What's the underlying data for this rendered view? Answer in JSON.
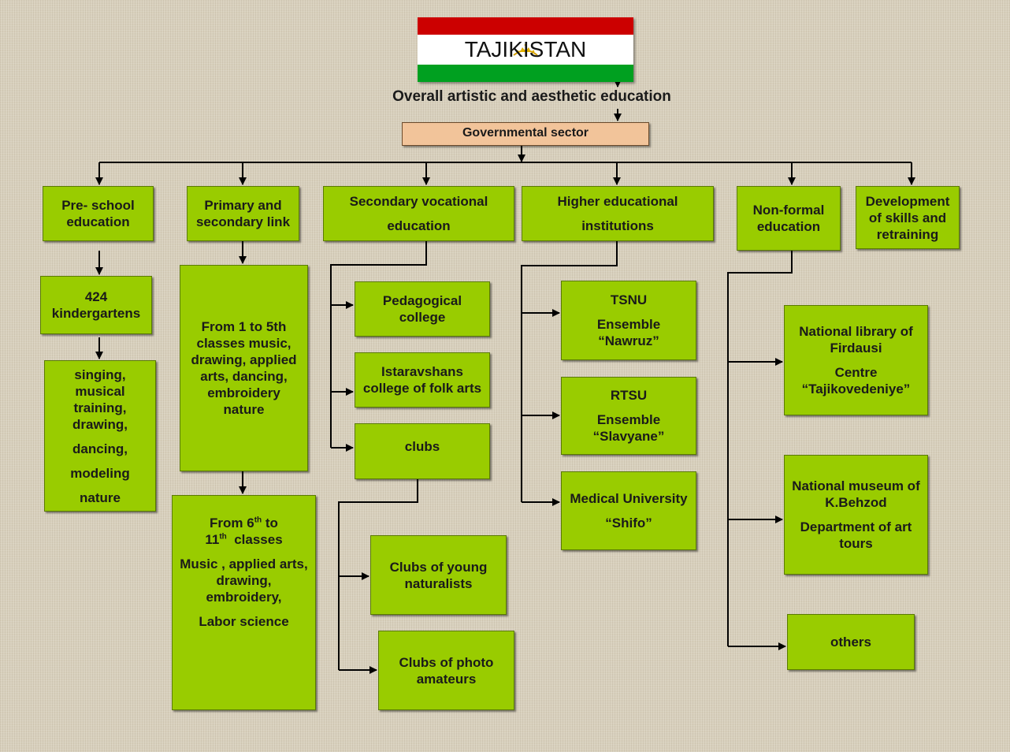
{
  "flag": {
    "title": "TAJIKISTAN"
  },
  "heading": "Overall artistic and  aesthetic education",
  "governmental_sector": "Governmental sector",
  "categories": {
    "preschool": "Pre- school education",
    "primary": "Primary  and secondary link",
    "secondary_vocational": {
      "line1": "Secondary vocational",
      "line2": "education"
    },
    "higher": {
      "line1": "Higher educational",
      "line2": "institutions"
    },
    "nonformal": "Non-formal education",
    "development": "Development of skills and retraining"
  },
  "preschool_branch": {
    "kindergartens": "424 kindergartens",
    "activities": [
      "singing,",
      "musical",
      "training,",
      "drawing,",
      "dancing,",
      "modeling",
      "nature"
    ]
  },
  "primary_branch": {
    "classes_1_5": "From 1 to 5th classes music, drawing, applied arts, dancing, embroidery nature",
    "classes_6_11": {
      "from": "From 6",
      "from_sup": "th",
      "to": " to",
      "eleven": "11",
      "eleven_sup": "th",
      "classes": "  classes",
      "subjects": "Music , applied arts, drawing, embroidery,",
      "labor": "Labor science"
    }
  },
  "secondary_branch": {
    "pedagogical": "Pedagogical college",
    "istaravshan": "Istaravshans college of folk arts",
    "clubs": "clubs",
    "young_naturalists": "Clubs of young naturalists",
    "photo_amateurs": "Clubs of photo amateurs"
  },
  "higher_branch": {
    "tsnu": {
      "name": "TSNU",
      "ensemble": "Ensemble “Nawruz”"
    },
    "rtsu": {
      "name": "RTSU",
      "ensemble": "Ensemble “Slavyane”"
    },
    "medical": {
      "name": "Medical University",
      "ensemble": "“Shifo”"
    }
  },
  "nonformal_branch": {
    "library": {
      "name": "National library of Firdausi",
      "centre": "Centre “Tajikovedeniye”"
    },
    "museum": {
      "name": "National museum of K.Behzod",
      "department": "Department of art tours"
    },
    "others": "others"
  },
  "colors": {
    "box_fill": "#99cc00",
    "governmental_fill": "#f2c49a",
    "flag_red": "#cc0000",
    "flag_white": "#ffffff",
    "flag_green": "#00a020",
    "background": "#d8d0bd"
  }
}
